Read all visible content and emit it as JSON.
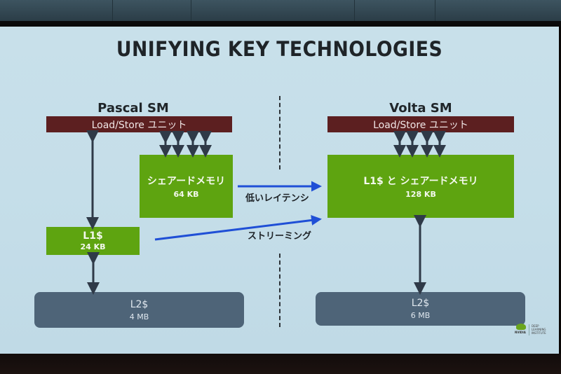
{
  "slide": {
    "title": "UNIFYING KEY TECHNOLOGIES",
    "colors": {
      "background": "#c5dee9",
      "load_store": "#5c1f20",
      "memory_green": "#5ea410",
      "l2_gray": "#4e6478",
      "arrow_dark": "#2f3a48",
      "arrow_blue": "#1f4fd6"
    }
  },
  "pascal": {
    "label": "Pascal SM",
    "load_store": "Load/Store ユニット",
    "shared_memory": {
      "name": "シェアードメモリ",
      "size": "64 KB"
    },
    "l1": {
      "name": "L1$",
      "size": "24 KB"
    },
    "l2": {
      "name": "L2$",
      "size": "4 MB"
    }
  },
  "volta": {
    "label": "Volta SM",
    "load_store": "Load/Store ユニット",
    "unified": {
      "name": "L1$ と シェアードメモリ",
      "size": "128 KB"
    },
    "l2": {
      "name": "L2$",
      "size": "6 MB"
    }
  },
  "transitions": {
    "low_latency": "低いレイテンシ",
    "streaming": "ストリーミング"
  },
  "logo": {
    "brand": "NVIDIA",
    "line1": "DEEP",
    "line2": "LEARNING",
    "line3": "INSTITUTE"
  },
  "icons": {
    "bidirectional_arrow": "double-arrow-vertical",
    "transition_arrow": "arrow-right"
  }
}
